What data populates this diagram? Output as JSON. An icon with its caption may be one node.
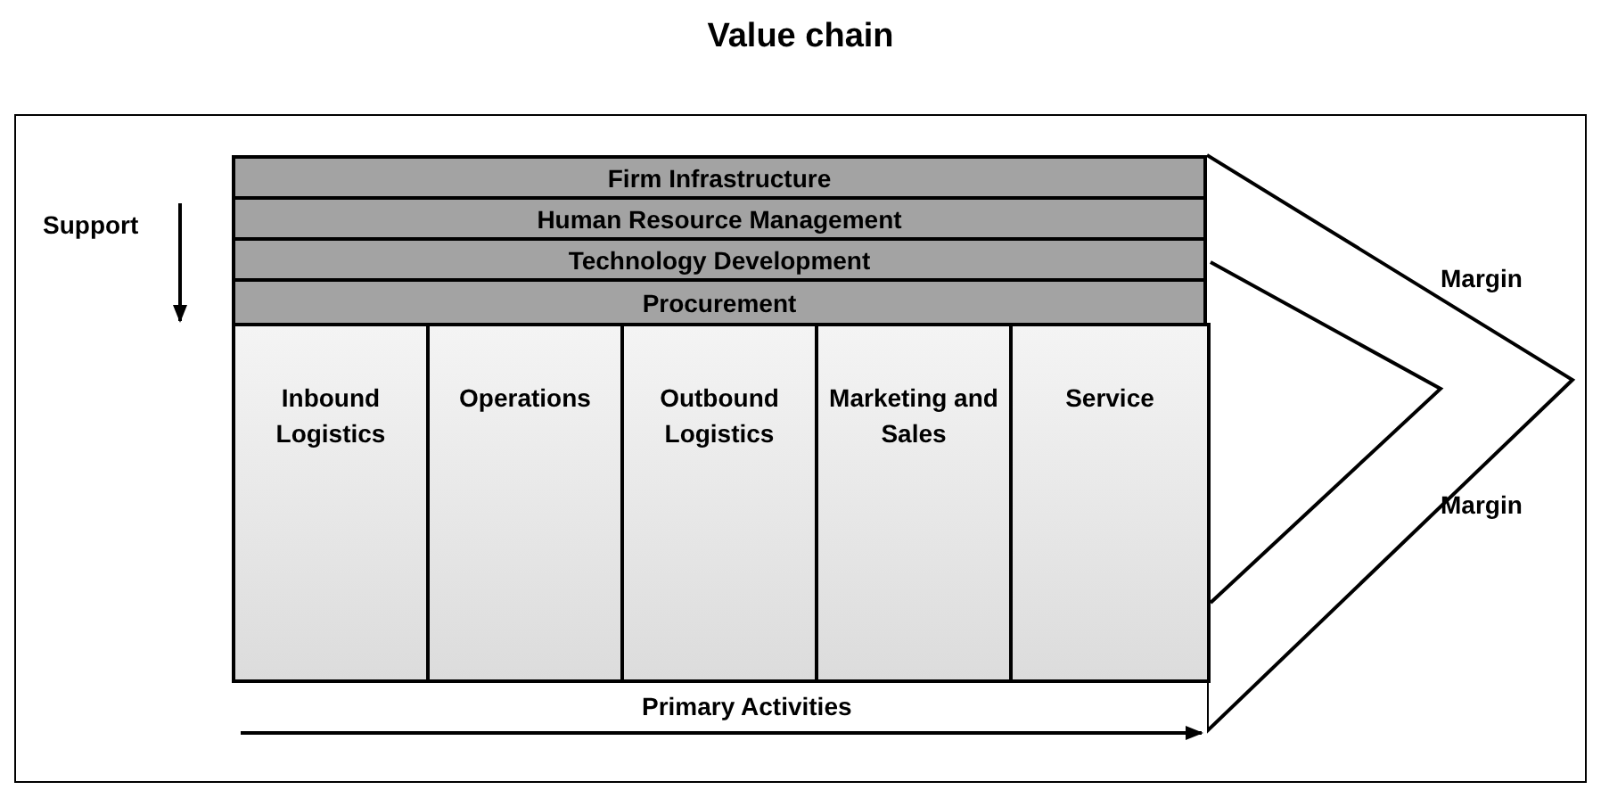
{
  "diagram": {
    "title": "Value chain",
    "nodes": [
      {
        "text": [
          "Firm Infrastructure"
        ]
      },
      {
        "text": [
          "Human Resource Management"
        ]
      },
      {
        "text": [
          "Technology Development"
        ]
      },
      {
        "text": [
          "Procurement"
        ]
      },
      {
        "text": [
          "Inbound Logistics"
        ]
      },
      {
        "text": [
          "Operations"
        ]
      },
      {
        "text": [
          "Outbound Logistics"
        ]
      },
      {
        "text": [
          "Marketing and Sales"
        ]
      },
      {
        "text": [
          "Service"
        ]
      },
      {
        "text": [
          "Margin",
          "Margin"
        ]
      }
    ],
    "labels": [
      "Support",
      "Primary Activities"
    ]
  }
}
